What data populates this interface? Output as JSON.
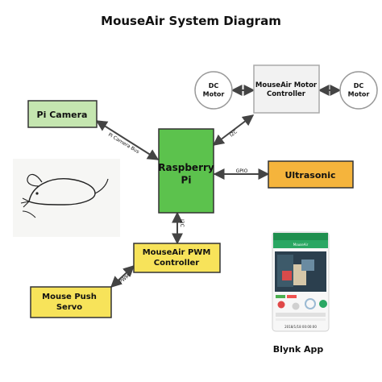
{
  "title": "MouseAir System Diagram",
  "colors": {
    "green": "#5cc24d",
    "light_green": "#c5e6b0",
    "yellow": "#f7e35a",
    "orange": "#f5b43c",
    "gray_box": "#f2f2f2",
    "edge": "#444444"
  },
  "nodes": {
    "raspberry_pi": "Raspberry\nPi",
    "pi_camera": "Pi Camera",
    "motor_controller": "MouseAir Motor\nController",
    "dc_motor_left": "DC\nMotor",
    "dc_motor_right": "DC\nMotor",
    "ultrasonic": "Ultrasonic",
    "pwm_controller": "MouseAir PWM\nController",
    "push_servo": "Mouse Push\nServo",
    "blynk_app": "Blynk App"
  },
  "edges": {
    "camera_bus": "Pi Camera Bus",
    "i2c_top": "I2C",
    "gpio": "GPIO",
    "i2c_bottom": "I2C",
    "pwm": "PWM"
  },
  "phone": {
    "app_title": "MouseAir",
    "footer": "2018/1/18 00:00:00"
  },
  "icons": {
    "mouse": "mouse-sketch-icon",
    "phone": "phone-screenshot-icon"
  }
}
